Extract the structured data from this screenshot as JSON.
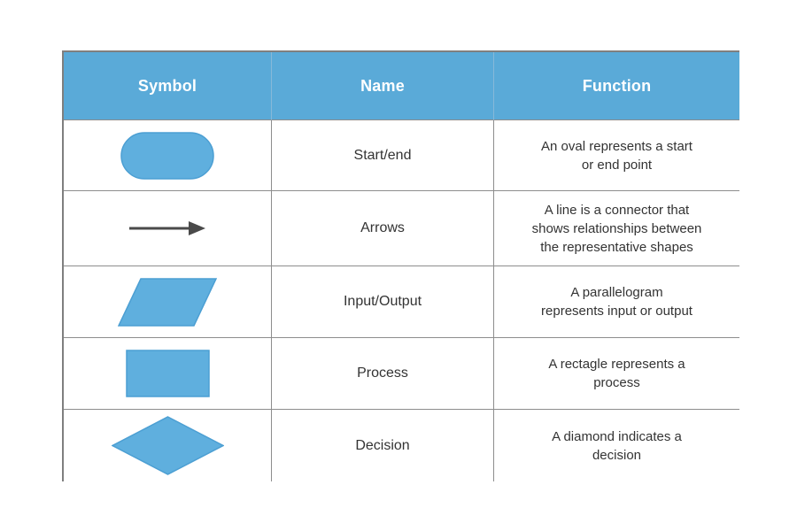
{
  "table": {
    "headers": [
      {
        "label": "Symbol"
      },
      {
        "label": "Name"
      },
      {
        "label": "Function"
      }
    ],
    "rows": [
      {
        "symbol_icon": "oval-start-end",
        "name": "Start/end",
        "function": "An oval represents a start\nor end point"
      },
      {
        "symbol_icon": "arrow-right",
        "name": "Arrows",
        "function": "A line is a connector that\nshows relationships between\nthe representative shapes"
      },
      {
        "symbol_icon": "parallelogram",
        "name": "Input/Output",
        "function": "A parallelogram\nrepresents input or output"
      },
      {
        "symbol_icon": "rectangle",
        "name": "Process",
        "function": "A rectagle represents a\nprocess"
      },
      {
        "symbol_icon": "diamond",
        "name": "Decision",
        "function": "A diamond indicates a\ndecision"
      }
    ],
    "colors": {
      "header_background": "#5aaad8",
      "header_text": "#ffffff",
      "shape_fill": "#5fafde",
      "shape_stroke": "#4c9fd3",
      "arrow": "#4a4a4a",
      "grid_border": "#8d8d8d",
      "body_text": "#333333"
    }
  }
}
